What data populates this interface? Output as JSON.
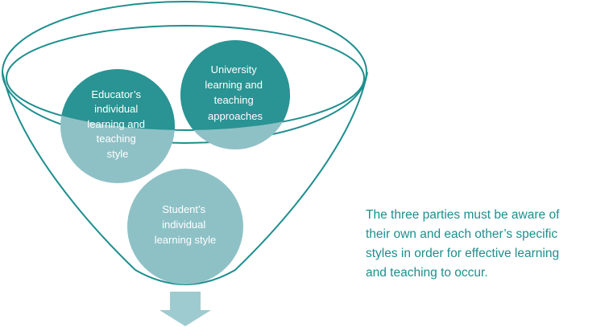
{
  "diagram": {
    "circles": [
      {
        "id": "educator",
        "lines": [
          "Educator’s",
          "individual",
          "learning and",
          "teaching",
          "style"
        ]
      },
      {
        "id": "university",
        "lines": [
          "University",
          "learning and",
          "teaching",
          "approaches"
        ]
      },
      {
        "id": "student",
        "lines": [
          "Student’s",
          "individual",
          "learning style"
        ]
      }
    ]
  },
  "caption": {
    "lines": [
      "The three parties must be aware of",
      "their own and each other’s specific",
      "styles in order for effective learning",
      "and teaching to occur."
    ]
  },
  "colors": {
    "funnel_stroke": "#1e8e8e",
    "circle_light": "#8ec1c6",
    "circle_dark": "#2a9393",
    "arrow": "#9ecbcf",
    "caption_text": "#1e8e8e"
  }
}
